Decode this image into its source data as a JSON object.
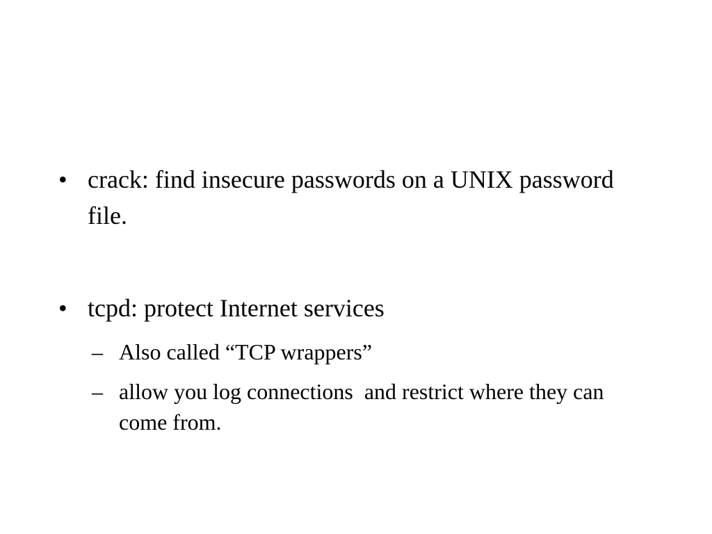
{
  "slide": {
    "bullets": [
      {
        "marker": "•",
        "text": "crack: find insecure passwords on a UNIX password file."
      },
      {
        "marker": "•",
        "text": "tcpd: protect Internet services",
        "subitems": [
          {
            "marker": "–",
            "text": "Also called “TCP wrappers”"
          },
          {
            "marker": "–",
            "text": "allow you log connections  and restrict where they can come from."
          }
        ]
      }
    ]
  }
}
